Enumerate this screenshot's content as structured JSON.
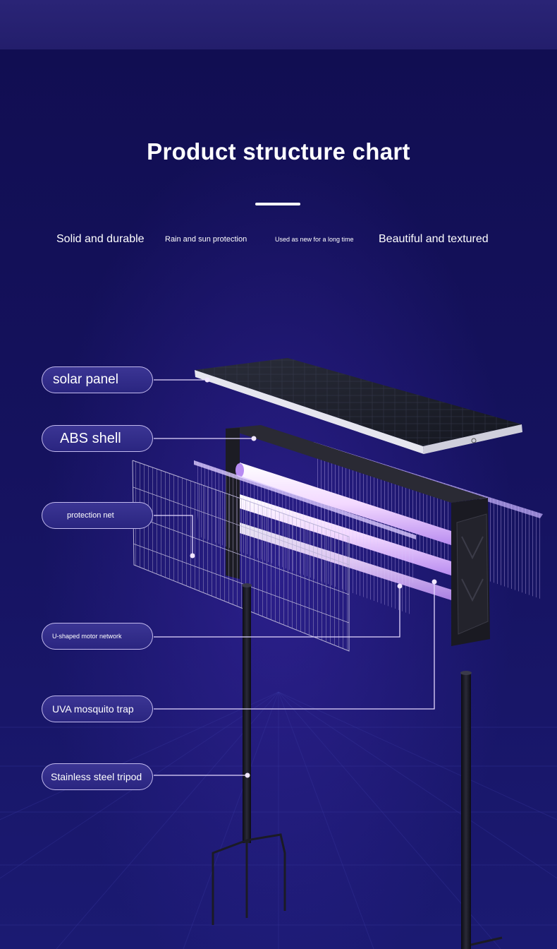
{
  "page": {
    "title": "Product structure chart",
    "features": [
      "Solid and durable",
      "Rain and sun protection",
      "Used as new for a long time",
      "Beautiful and textured"
    ]
  },
  "callouts": [
    "solar panel",
    "ABS shell",
    "protection net",
    "U-shaped motor network",
    "UVA mosquito trap",
    "Stainless steel tripod"
  ],
  "colors": {
    "background": "#120f56",
    "callout_fill": "#2e2885",
    "callout_border": "#dcd2ff",
    "leader_line": "#e4d8ff",
    "uv_glow": "#d7a6ff"
  }
}
